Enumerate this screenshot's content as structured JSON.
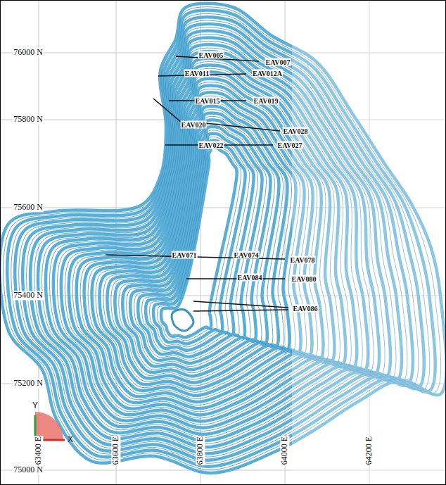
{
  "diagram": {
    "labels": [
      "76000 N",
      "75800 N",
      "75600 N",
      "75400 N",
      "75200 N",
      "75000 N",
      "63400 E",
      "63600 E",
      "63800 E",
      "64000 E",
      "64200 E",
      "EAV005",
      "EAV007",
      "EAV011",
      "EAV012A",
      "EAV015",
      "EAV019",
      "EAV020",
      "EAV028",
      "EAV022",
      "EAV027",
      "EAV071",
      "EAV074",
      "EAV078",
      "EAV084",
      "EAV080",
      "EAV086",
      "Y",
      "X"
    ]
  }
}
